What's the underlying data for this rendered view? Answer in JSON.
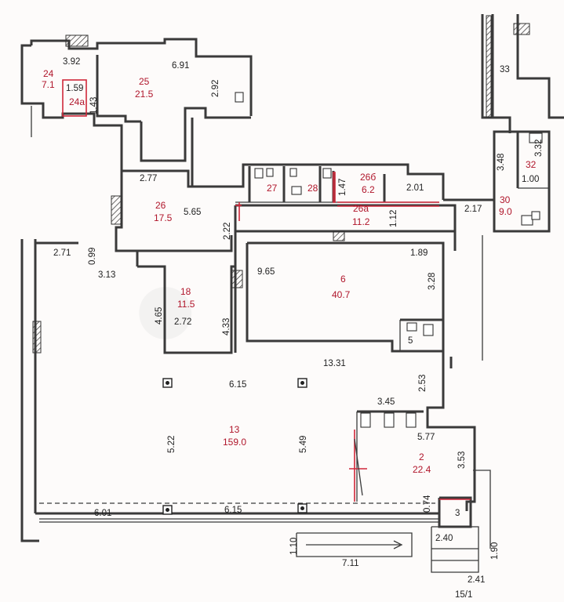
{
  "rooms": [
    {
      "id": "24",
      "number": "24",
      "area": "7.1"
    },
    {
      "id": "24a",
      "number": "24a",
      "area": ""
    },
    {
      "id": "25",
      "number": "25",
      "area": "21.5"
    },
    {
      "id": "26",
      "number": "26",
      "area": "17.5"
    },
    {
      "id": "27",
      "number": "27",
      "area": ""
    },
    {
      "id": "28",
      "number": "28",
      "area": ""
    },
    {
      "id": "26b",
      "number": "26б",
      "area": "6.2"
    },
    {
      "id": "26a",
      "number": "26a",
      "area": "11.2"
    },
    {
      "id": "30",
      "number": "30",
      "area": "9.0"
    },
    {
      "id": "32",
      "number": "32",
      "area": "1.00"
    },
    {
      "id": "33",
      "number": "33",
      "area": ""
    },
    {
      "id": "6",
      "number": "6",
      "area": "40.7"
    },
    {
      "id": "18",
      "number": "18",
      "area": "11.5"
    },
    {
      "id": "5",
      "number": "5",
      "area": ""
    },
    {
      "id": "13",
      "number": "13",
      "area": "159.0"
    },
    {
      "id": "2",
      "number": "2",
      "area": "22.4"
    },
    {
      "id": "3",
      "number": "3",
      "area": ""
    }
  ],
  "dimensions": [
    "3.92",
    "6.91",
    "1.59",
    "1.43",
    "2.92",
    "2.77",
    "5.65",
    "2.22",
    "1.47",
    "2.01",
    "1.12",
    "2.17",
    "3.48",
    "3.32",
    "2.71",
    "0.99",
    "3.13",
    "9.65",
    "1.89",
    "3.28",
    "4.65",
    "2.72",
    "4.33",
    "13.31",
    "2.53",
    "6.15",
    "5.22",
    "5.49",
    "3.45",
    "5.77",
    "3.53",
    "6.01",
    "6.15",
    "0.74",
    "1.10",
    "7.11",
    "2.40",
    "1.90",
    "2.41"
  ],
  "address_label": "15/1",
  "colors": {
    "wall": "#3a3a3a",
    "room_label": "#b0162b",
    "accent_red": "#d0283a"
  }
}
